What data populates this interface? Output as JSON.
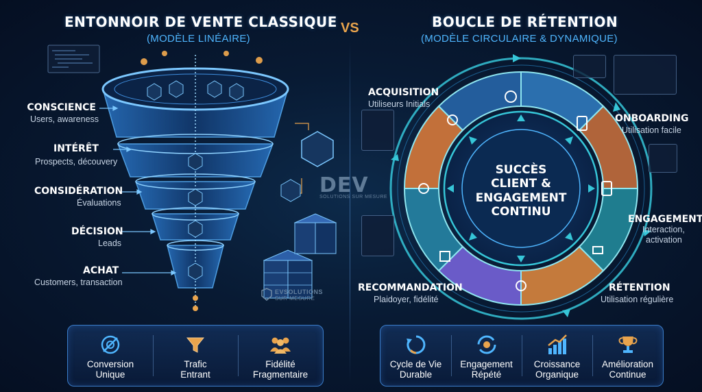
{
  "left": {
    "title": "ENTONNOIR DE VENTE CLASSIQUE",
    "subtitle": "(MODÈLE LINÉAIRE)",
    "stages": [
      {
        "title": "CONSCIENCE",
        "sub": "Users, awareness"
      },
      {
        "title": "INTÉRÊT",
        "sub": "Prospects, découvery"
      },
      {
        "title": "CONSIDÉRATION",
        "sub": "Évaluations"
      },
      {
        "title": "DÉCISION",
        "sub": "Leads"
      },
      {
        "title": "ACHAT",
        "sub": "Customers, transaction"
      }
    ],
    "panel": [
      {
        "icon": "target-icon",
        "label_1": "Conversion",
        "label_2": "Unique"
      },
      {
        "icon": "funnel-icon",
        "label_1": "Trafic",
        "label_2": "Entrant"
      },
      {
        "icon": "people-icon",
        "label_1": "Fidélité",
        "label_2": "Fragmentaire"
      }
    ]
  },
  "vs": "VS",
  "right": {
    "title": "BOUCLE DE RÉTENTION",
    "subtitle": "(MODÈLE CIRCULAIRE & DYNAMIQUE)",
    "center": {
      "line1": "SUCCÈS",
      "line2": "CLIENT &",
      "line3": "ENGAGEMENT",
      "line4": "CONTINU"
    },
    "stages": {
      "acquisition": {
        "title": "ACQUISITION",
        "sub": "Utiliseurs Initials"
      },
      "onboarding": {
        "title": "ONBOARDING",
        "sub": "Utilisation facile"
      },
      "engagement": {
        "title": "ENGAGEMENT",
        "sub1": "Interaction,",
        "sub2": "activation"
      },
      "retention": {
        "title": "RÉTENTION",
        "sub": "Utilisation régulière"
      },
      "recommandation": {
        "title": "RECOMMANDATION",
        "sub": "Plaidoyer, fidélité"
      }
    },
    "panel": [
      {
        "icon": "cycle-icon",
        "label_1": "Cycle de Vie",
        "label_2": "Durable"
      },
      {
        "icon": "refresh-gear-icon",
        "label_1": "Engagement",
        "label_2": "Répété"
      },
      {
        "icon": "growth-chart-icon",
        "label_1": "Croissance",
        "label_2": "Organique"
      },
      {
        "icon": "trophy-icon",
        "label_1": "Amélioration",
        "label_2": "Continue"
      }
    ]
  },
  "logo": {
    "main": "DEV",
    "sub": "SOLUTIONS SUR MESURE"
  },
  "logo2": {
    "line1": "EVSOLUTIONS",
    "line2": "SUR MESURE"
  },
  "colors": {
    "accent_blue": "#4fb6ff",
    "accent_orange": "#e9a44d",
    "ring_teal": "#36c6d8",
    "ring_orange": "#d9823a",
    "ring_purple": "#7a6ad6"
  }
}
